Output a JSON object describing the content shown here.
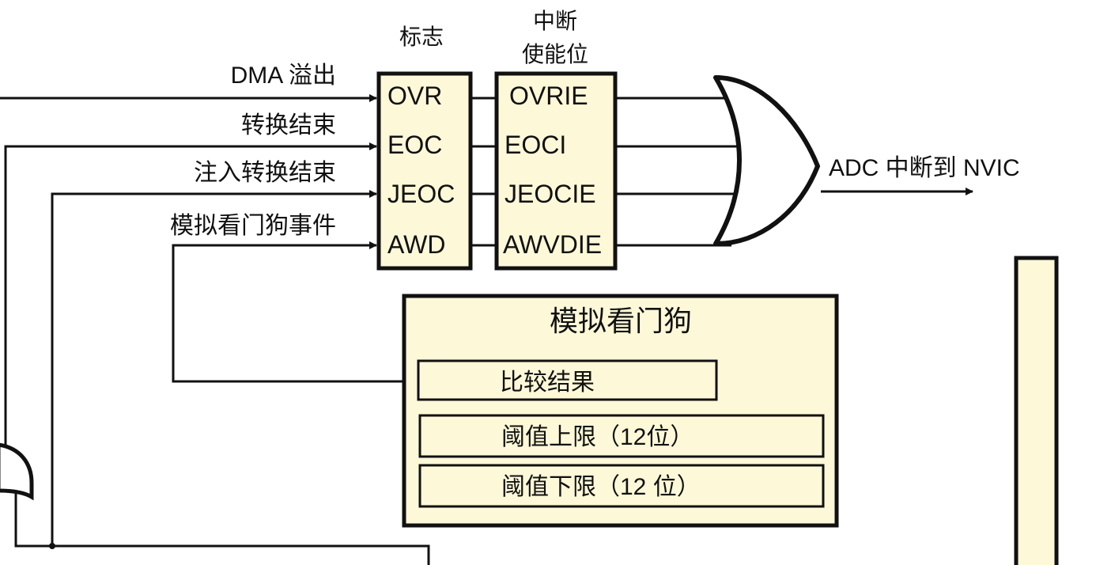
{
  "headers": {
    "flags": "标志",
    "enable_line1": "中断",
    "enable_line2": "使能位"
  },
  "inputs": [
    {
      "label": "DMA 溢出",
      "flag": "OVR",
      "enable": "OVRIE"
    },
    {
      "label": "转换结束",
      "flag": "EOC",
      "enable": "EOCI"
    },
    {
      "label": "注入转换结束",
      "flag": "JEOC",
      "enable": "JEOCIE"
    },
    {
      "label": "模拟看门狗事件",
      "flag": "AWD",
      "enable": "AWVDIE"
    }
  ],
  "output": {
    "label": "ADC 中断到 NVIC"
  },
  "watchdog": {
    "title": "模拟看门狗",
    "compare": "比较结果",
    "high": "阈值上限（12位）",
    "low": "阈值下限（12 位）"
  },
  "colors": {
    "box_fill": "#fdf8d8",
    "line": "#111111"
  }
}
